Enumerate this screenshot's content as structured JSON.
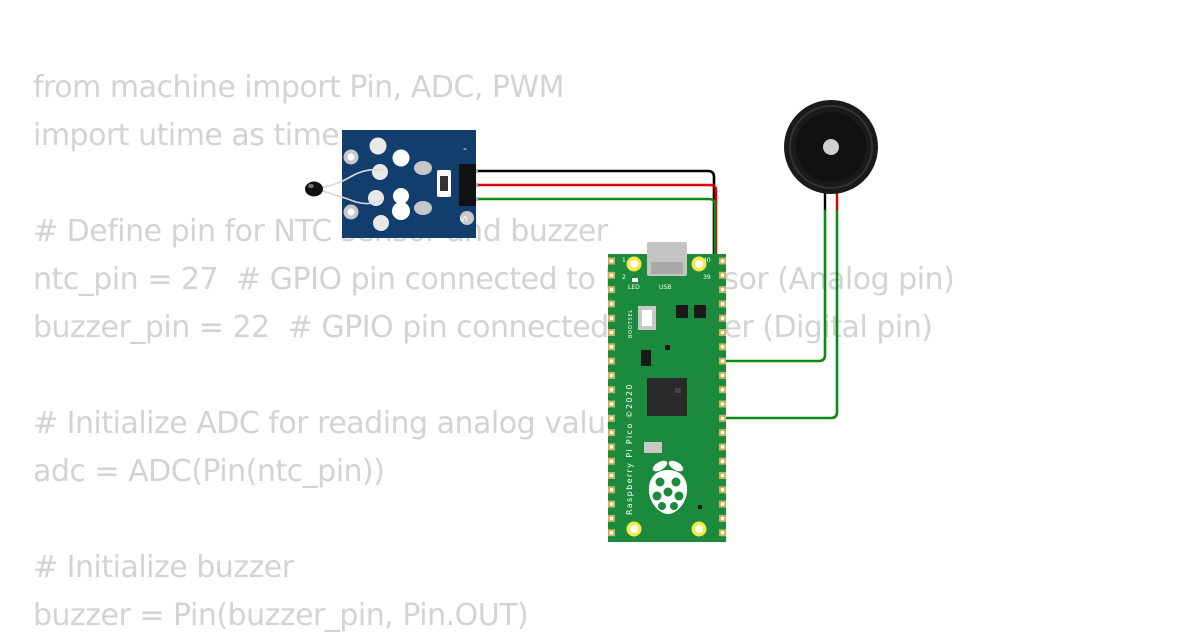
{
  "code": {
    "lines": [
      "from machine import Pin, ADC, PWM",
      "import utime as time",
      "",
      "# Define pin for NTC sensor and buzzer",
      "ntc_pin = 27  # GPIO pin connected to NTC sensor (Analog pin)",
      "buzzer_pin = 22  # GPIO pin connected to buzzer (Digital pin)",
      "",
      "# Initialize ADC for reading analog value",
      "adc = ADC(Pin(ntc_pin))",
      "",
      "# Initialize buzzer",
      "buzzer = Pin(buzzer_pin, Pin.OUT)"
    ]
  },
  "sensor_module": {
    "pin_minus": "-",
    "pin_signal": "S"
  },
  "pico": {
    "pin_1": "1",
    "pin_2": "2",
    "pin_39": "39",
    "pin_40": "40",
    "led_label": "LED",
    "usb_label": "USB",
    "bootsel_label": "BOOTSEL",
    "board_label": "Raspberry Pi Pico ©2020"
  },
  "colors": {
    "pcb_green": "#1c8a3c",
    "sensor_blue": "#123e6e",
    "wire_black": "#000000",
    "wire_red": "#e00000",
    "wire_green": "#0d8a14",
    "code_text": "#d3d3d3"
  }
}
